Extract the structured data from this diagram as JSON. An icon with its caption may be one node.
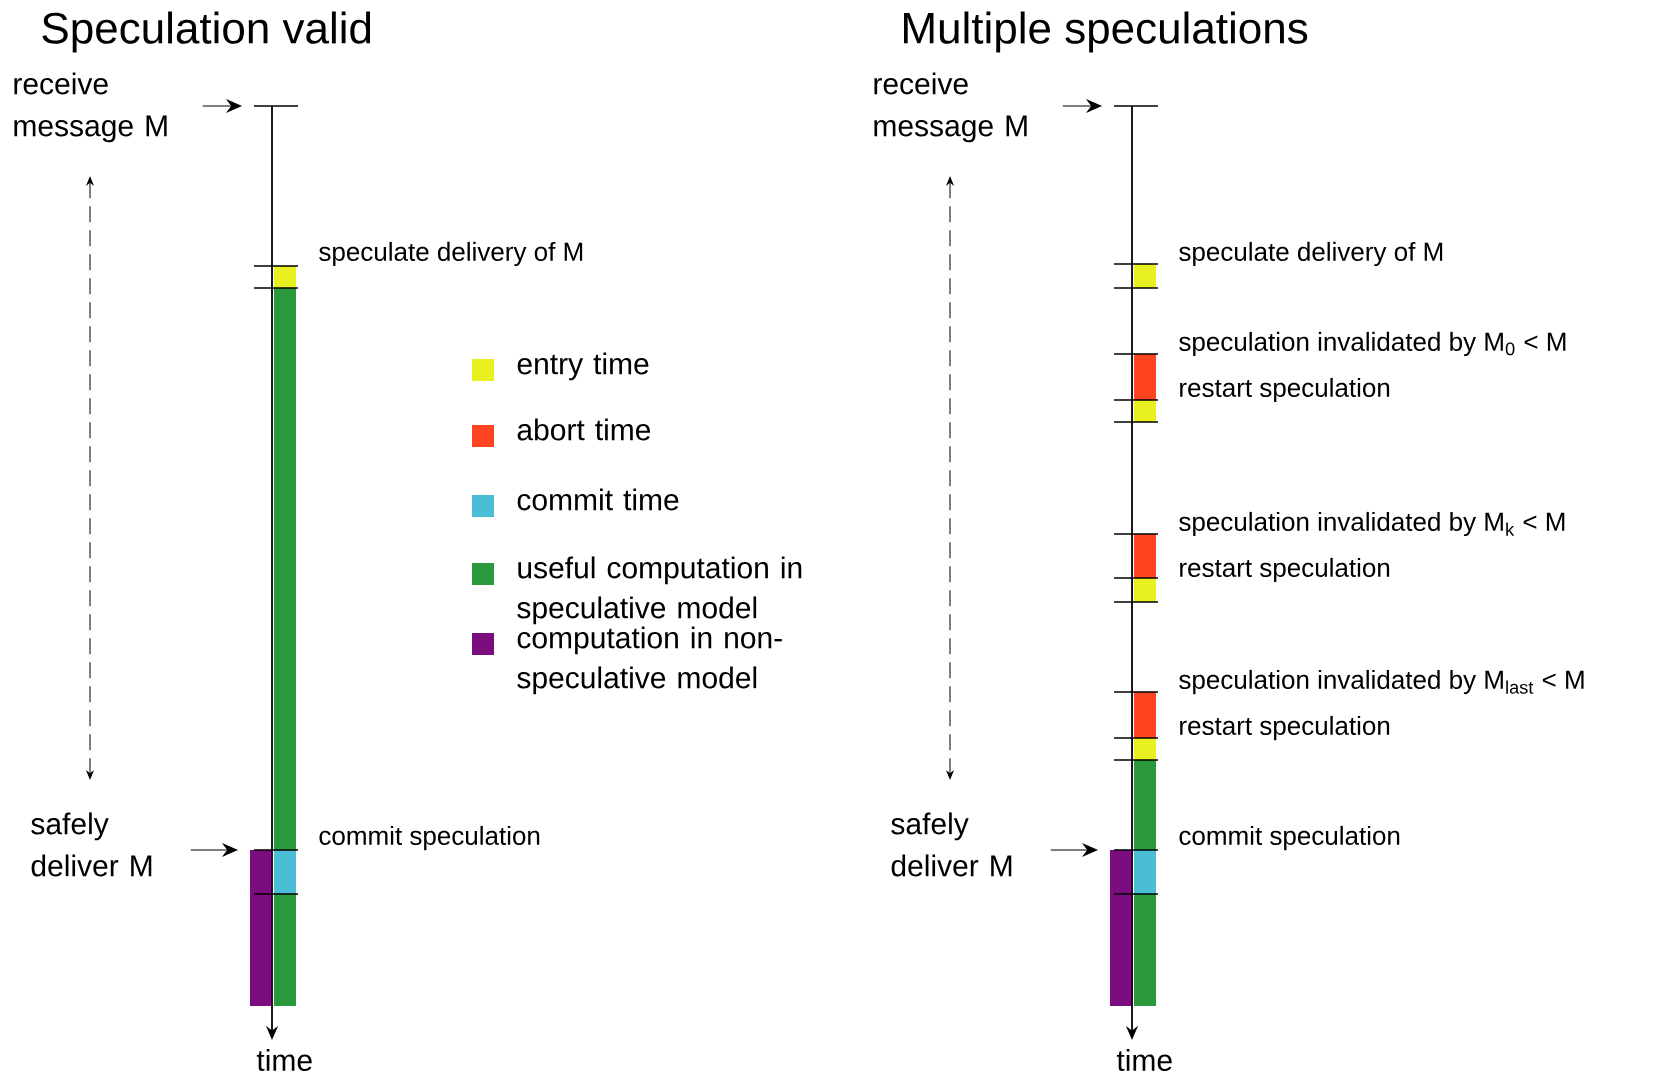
{
  "diagram": {
    "nodes": [
      {
        "text": [
          "receive message M"
        ]
      },
      {
        "text": [
          "safely deliver M"
        ]
      },
      {
        "text": [
          "receive message M"
        ]
      },
      {
        "text": [
          "safely deliver M"
        ]
      }
    ],
    "edges": [
      {
        "from": 0,
        "to": null,
        "arrow": "to"
      },
      {
        "from": 1,
        "to": null,
        "arrow": "to"
      },
      {
        "from": 2,
        "to": null,
        "arrow": "to"
      },
      {
        "from": 3,
        "to": null,
        "arrow": "to"
      }
    ],
    "labels": [
      "Speculation valid",
      "Multiple speculations",
      "speculate delivery of M",
      "commit speculation",
      "time",
      "speculate delivery of M",
      "speculation invalidated by M$_{0}$ < M",
      "restart speculation",
      "speculation invalidated by M$_{k}$ < M",
      "restart speculation",
      "speculation invalidated by M$_{last}$ < M",
      "restart speculation",
      "commit speculation",
      "time"
    ],
    "legend": [
      {
        "text": "entry time",
        "color": "#e8f020"
      },
      {
        "text": "abort time",
        "color": "#ff4422"
      },
      {
        "text": "commit time",
        "color": "#4bbdd4"
      },
      {
        "text": "useful computation in speculative model",
        "color": "#2a9a3c"
      },
      {
        "text": "computation in non-speculative model",
        "color": "#7b0d7e"
      }
    ]
  }
}
